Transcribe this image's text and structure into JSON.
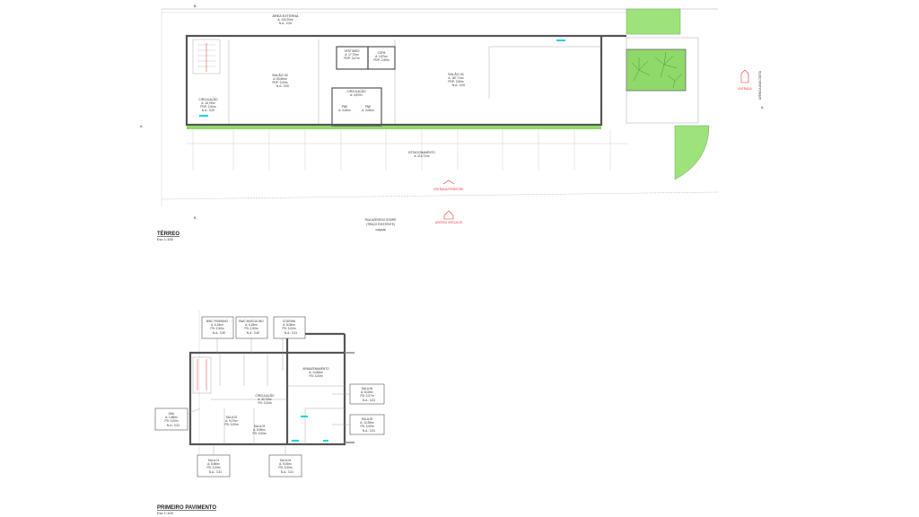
{
  "terreo": {
    "title": "TÉRREO",
    "scale": "Esc 1:100",
    "rooms": {
      "area_externa": {
        "name": "ÁREA EXTERNA",
        "area": "A: 132,20m²",
        "level": "N.A.: 0,00"
      },
      "salao02": {
        "name": "SALÃO 02",
        "area": "A: 83,56m²",
        "floor": "PDP: 2,54m",
        "level": "N.A.: 0,00"
      },
      "salao01": {
        "name": "SALÃO 01",
        "area": "A: 187,71m²",
        "floor": "PDP: 3,50m",
        "level": "N.A.: 0,00"
      },
      "vestiario": {
        "name": "VESTIÁRIO",
        "area": "A: 17,70m²",
        "floor": "PDP: 3,07m"
      },
      "copa": {
        "name": "COPA",
        "area": "A: 4,87m²",
        "floor": "PDP: 2,50m"
      },
      "circulacao": {
        "name": "CIRCULAÇÃO",
        "area": "A: 4,87m²"
      },
      "circulacao2": {
        "name": "CIRCULAÇÃO",
        "area": "A: 18,79m²",
        "floor": "PDP: 2,60m",
        "level": "N.A.: 0,00"
      },
      "wc_pne1": {
        "name": "PNE",
        "area": "A: 3,00m²"
      },
      "wc_pne2": {
        "name": "PNE",
        "area": "A: 3,00m²"
      },
      "estacionamento": {
        "name": "ESTACIONAMENTO",
        "area": "A: 215,71m²"
      }
    },
    "street": {
      "name": "RUA AZEVEDO SODRÉ",
      "sub": "(TRAÇO EXISTENTE)",
      "note": "calçada"
    },
    "street_right": "AVENIDA ANA COSTA",
    "entrance_labels": [
      "ENTRADA",
      "ENTRADA PEDESTRE",
      "ACESSO VEÍCULOS"
    ],
    "section_marks": [
      "A",
      "A",
      "B",
      "B"
    ]
  },
  "primeiro": {
    "title": "PRIMEIRO PAVIMENTO",
    "scale": "Esc 1:100",
    "callouts": [
      {
        "name": "BWC FEMININO",
        "area": "A: 6,18m²",
        "floor": "PD: 2,50m",
        "level": "N.A.: 3,40"
      },
      {
        "name": "BWC MASCULINO",
        "area": "A: 6,18m²",
        "floor": "PD: 2,50m",
        "level": "N.A.: 3,40"
      },
      {
        "name": "COZINHA",
        "area": "A: 8,08m²",
        "floor": "PD: 3,00m",
        "level": "N.A.: 3,31"
      },
      {
        "name": "SALA 06",
        "area": "A: 8,02m²",
        "floor": "PD: 3,07m",
        "level": "N.A.: 3,31"
      },
      {
        "name": "SALA 05",
        "area": "A: 12,28m²",
        "floor": "PD: 3,00m",
        "level": "N.A.: 3,31"
      },
      {
        "name": "DML",
        "area": "A: 1,68m²",
        "floor": "PD: 3,00m",
        "level": "N.A.: 3,31"
      },
      {
        "name": "SALA 01",
        "area": "A: 8,96m²",
        "floor": "PD: 3,00m",
        "level": "N.A.: 3,31"
      },
      {
        "name": "SALA 04",
        "area": "A: 9,00m²",
        "floor": "PD: 3,00m",
        "level": "N.A.: 3,31"
      }
    ],
    "rooms": {
      "circulacao": {
        "name": "CIRCULAÇÃO",
        "area": "A: 32,72m²",
        "floor": "PD: 3,00m"
      },
      "armazenamento": {
        "name": "ARMAZENAMENTO",
        "area": "A: 14,58m²",
        "floor": "PD: 3,00m"
      },
      "sala02": {
        "name": "SALA 02",
        "area": "A: 9,07m²",
        "floor": "PD: 3,00m"
      },
      "sala03": {
        "name": "SALA 03",
        "area": "A: 8,95m²",
        "floor": "PD: 3,00m"
      }
    }
  },
  "colors": {
    "wall": "#555555",
    "grass": "#8fd86a",
    "annotation": "#e33333",
    "water": "#19d4e6"
  }
}
